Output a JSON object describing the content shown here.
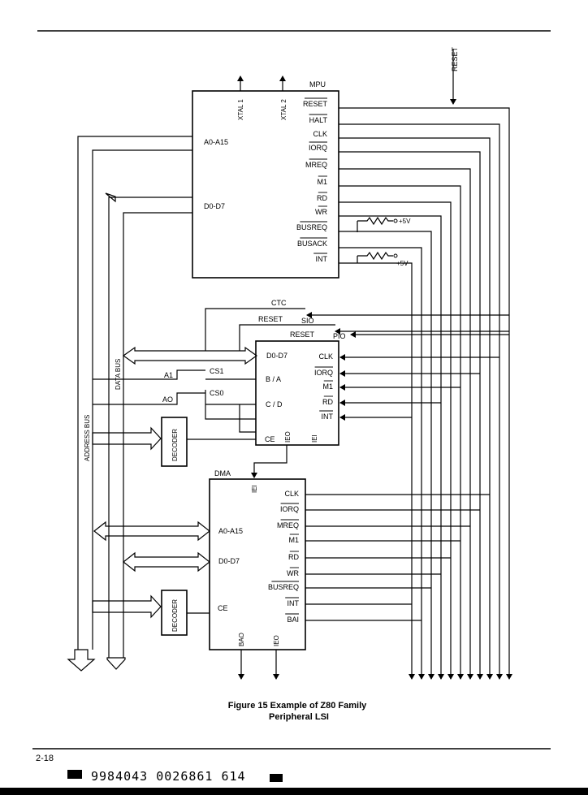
{
  "reset_input": "RESET",
  "mpu": {
    "title": "MPU",
    "xtal1": "XTAL 1",
    "xtal2": "XTAL 2",
    "addr": "A0-A15",
    "data": "D0-D7",
    "pins": [
      "RESET",
      "HALT",
      "CLK",
      "IORQ",
      "MREQ",
      "M1",
      "RD",
      "WR",
      "BUSREQ",
      "BUSACK",
      "INT"
    ],
    "pullup1": "+5V",
    "pullup2": "+5V"
  },
  "ctc": {
    "title": "CTC",
    "reset": "RESET"
  },
  "sio": {
    "title": "SIO",
    "reset": "RESET"
  },
  "pio": {
    "title": "PIO",
    "data": "D0-D7",
    "ba": "B / A",
    "cd": "C / D",
    "ce": "CE",
    "ieo": "IEO",
    "iei": "IEI",
    "pins": [
      "CLK",
      "IORQ",
      "M1",
      "RD",
      "INT"
    ]
  },
  "cs1": "CS1",
  "cs0": "CS0",
  "a1": "A1",
  "a0": "AO",
  "decoder1": "DECODER",
  "decoder2": "DECODER",
  "data_bus": "DATA BUS",
  "address_bus": "ADDRESS BUS",
  "dma": {
    "title": "DMA",
    "iei": "IEI",
    "addr": "A0-A15",
    "data": "D0-D7",
    "ce": "CE",
    "bao": "BAO",
    "ieo": "IEO",
    "pins": [
      "CLK",
      "IORQ",
      "MREQ",
      "M1",
      "RD",
      "WR",
      "BUSREQ",
      "INT",
      "BAI"
    ]
  },
  "caption_line1": "Figure 15 Example of Z80 Family",
  "caption_line2": "Peripheral LSI",
  "page_number": "2-18",
  "barcode_text": "9984043 0026861 614"
}
